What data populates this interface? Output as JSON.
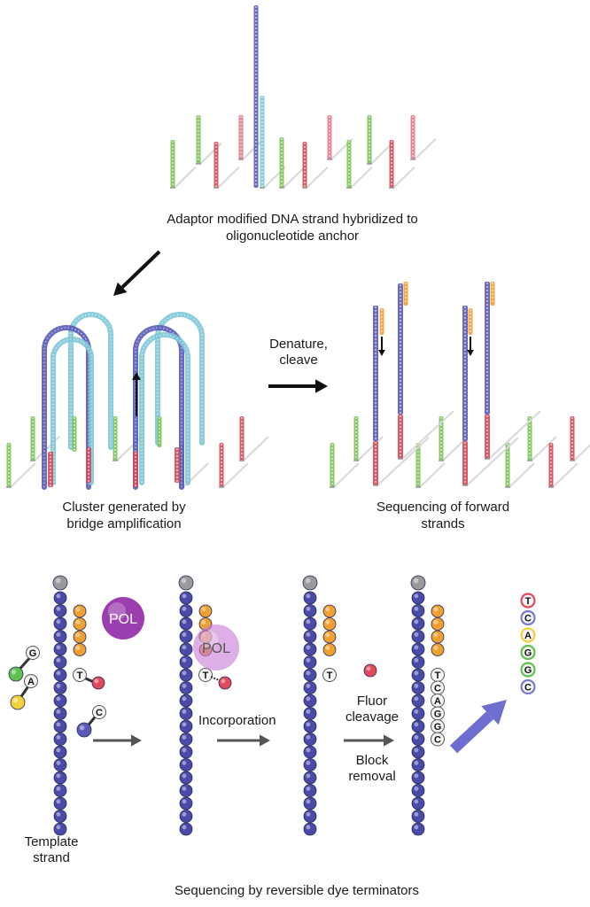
{
  "captions": {
    "adaptor": "Adaptor modified DNA strand hybridized to oligonucleotide anchor",
    "adaptor_line1": "Adaptor modified DNA strand hybridized to",
    "adaptor_line2": "oligonucleotide anchor",
    "cluster_line1": "Cluster generated by",
    "cluster_line2": "bridge amplification",
    "forward_line1": "Sequencing of forward",
    "forward_line2": "strands",
    "bottom": "Sequencing by reversible dye terminators"
  },
  "labels": {
    "denature_line1": "Denature,",
    "denature_line2": "cleave",
    "pol": "POL",
    "incorporation": "Incorporation",
    "fluor_line1": "Fluor",
    "fluor_line2": "cleavage",
    "block_line1": "Block",
    "block_line2": "removal",
    "template_line1": "Template",
    "template_line2": "strand"
  },
  "nucleotides": {
    "free": [
      "G",
      "A",
      "C",
      "T"
    ],
    "incorporated": [
      "T",
      "C",
      "A",
      "G",
      "G",
      "C"
    ],
    "read_sequence": [
      "T",
      "C",
      "A",
      "G",
      "G",
      "C"
    ]
  },
  "colors": {
    "template_bead": "#4a4aa8",
    "template_cap": "#9a9a9a",
    "primer_bead": "#f0a030",
    "pol": "#9b3fb0",
    "strand_green": "#7cc25a",
    "strand_red": "#d04a5a",
    "strand_blue": "#5a5ab8",
    "strand_cyan": "#7ec8d8",
    "strand_pink": "#e07a8a",
    "arrow_dark": "#111111",
    "arrow_gray": "#555555",
    "arrow_blue": "#6e6ed0",
    "nuc_T": "#e04a5a",
    "nuc_C": "#7a7ad0",
    "nuc_A": "#f2d23a",
    "nuc_G": "#60c050"
  }
}
